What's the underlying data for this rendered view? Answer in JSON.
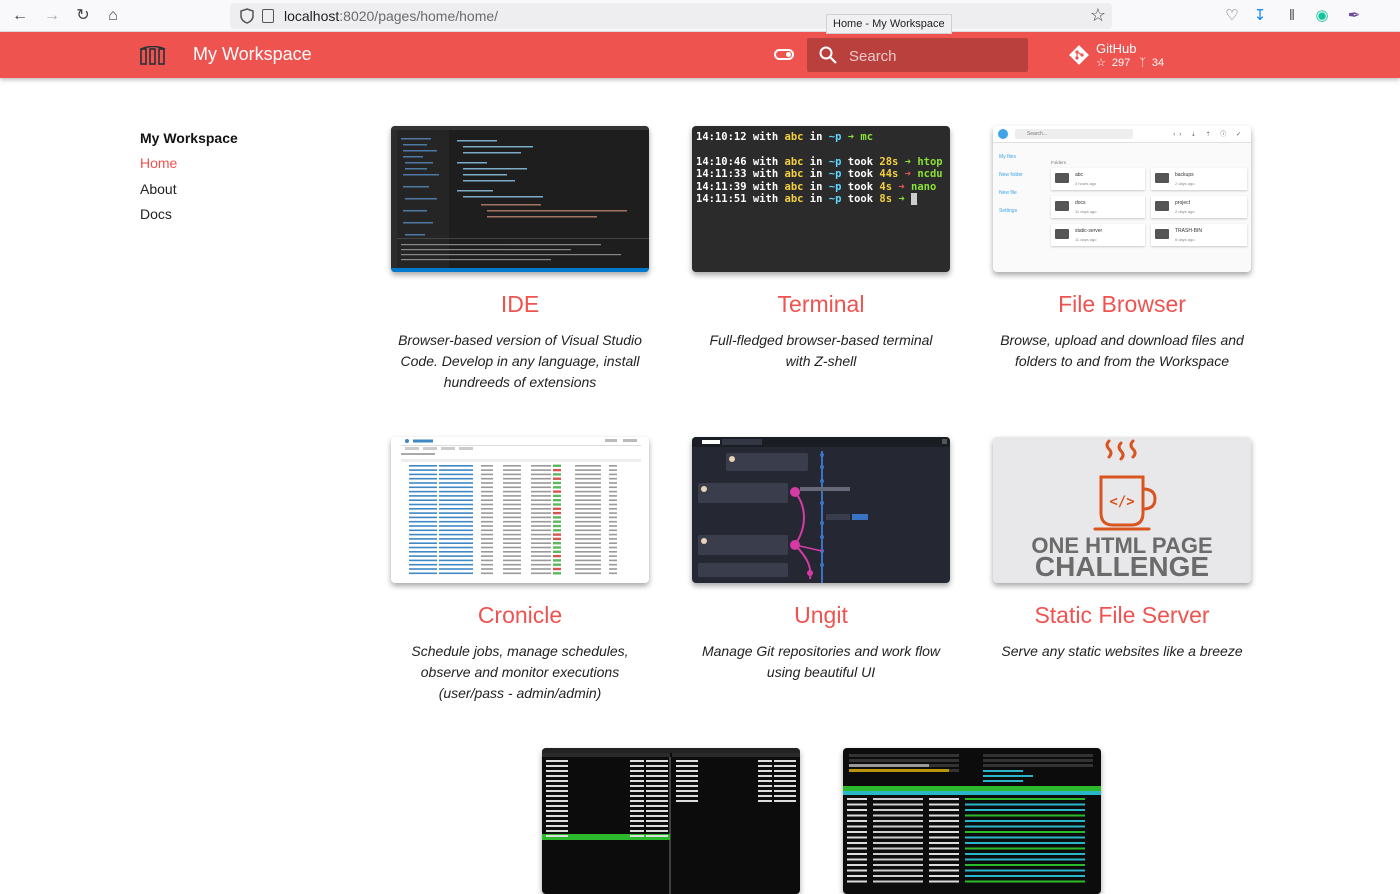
{
  "browser": {
    "url_host": "localhost",
    "url_path": ":8020/pages/home/home/",
    "tooltip": "Home - My Workspace"
  },
  "header": {
    "title": "My Workspace",
    "search_placeholder": "Search",
    "repo_name": "GitHub",
    "stars": "297",
    "forks": "34"
  },
  "sidebar": {
    "title": "My Workspace",
    "items": [
      {
        "label": "Home",
        "active": true
      },
      {
        "label": "About",
        "active": false
      },
      {
        "label": "Docs",
        "active": false
      }
    ]
  },
  "cards": [
    {
      "title": "IDE",
      "desc": "Browser-based version of Visual Studio Code. Develop in any language, install hundreeds of extensions"
    },
    {
      "title": "Terminal",
      "desc": "Full-fledged browser-based terminal with Z-shell"
    },
    {
      "title": "File Browser",
      "desc": "Browse, upload and download files and folders to and from the Workspace"
    },
    {
      "title": "Cronicle",
      "desc": "Schedule jobs, manage schedules, observe and monitor executions (user/pass - admin/admin)"
    },
    {
      "title": "Ungit",
      "desc": "Manage Git repositories and work flow using beautiful UI"
    },
    {
      "title": "Static File Server",
      "desc": "Serve any static websites like a breeze"
    }
  ],
  "terminal_preview": {
    "lines": [
      {
        "time": "14:10:12",
        "took": "",
        "cmd": "mc"
      },
      {
        "time": "14:10:46",
        "took": "28s",
        "cmd": "htop"
      },
      {
        "time": "14:11:33",
        "took": "44s",
        "cmd": "ncdu"
      },
      {
        "time": "14:11:39",
        "took": "4s",
        "cmd": "nano"
      },
      {
        "time": "14:11:51",
        "took": "8s",
        "cmd": ""
      }
    ]
  },
  "filebrowser_preview": {
    "search": "Search...",
    "nav": [
      "My files",
      "New folder",
      "New file",
      "Settings"
    ],
    "section": "Folders",
    "folders": [
      {
        "name": "abc",
        "age": "3 hours ago"
      },
      {
        "name": "backups",
        "age": "2 days ago"
      },
      {
        "name": "docs",
        "age": "11 days ago"
      },
      {
        "name": "project",
        "age": "2 days ago"
      },
      {
        "name": "static-server",
        "age": "11 days ago"
      },
      {
        "name": "TRASH-BIN",
        "age": "6 days ago"
      }
    ]
  },
  "challenge_preview": {
    "line1": "ONE HTML PAGE",
    "line2": "CHALLENGE",
    "code": "</>"
  },
  "colors": {
    "accent": "#ef5350",
    "terminal_bg": "#2b2b2b",
    "ide_bg": "#1e1e1e",
    "ungit_bg": "#252833"
  }
}
